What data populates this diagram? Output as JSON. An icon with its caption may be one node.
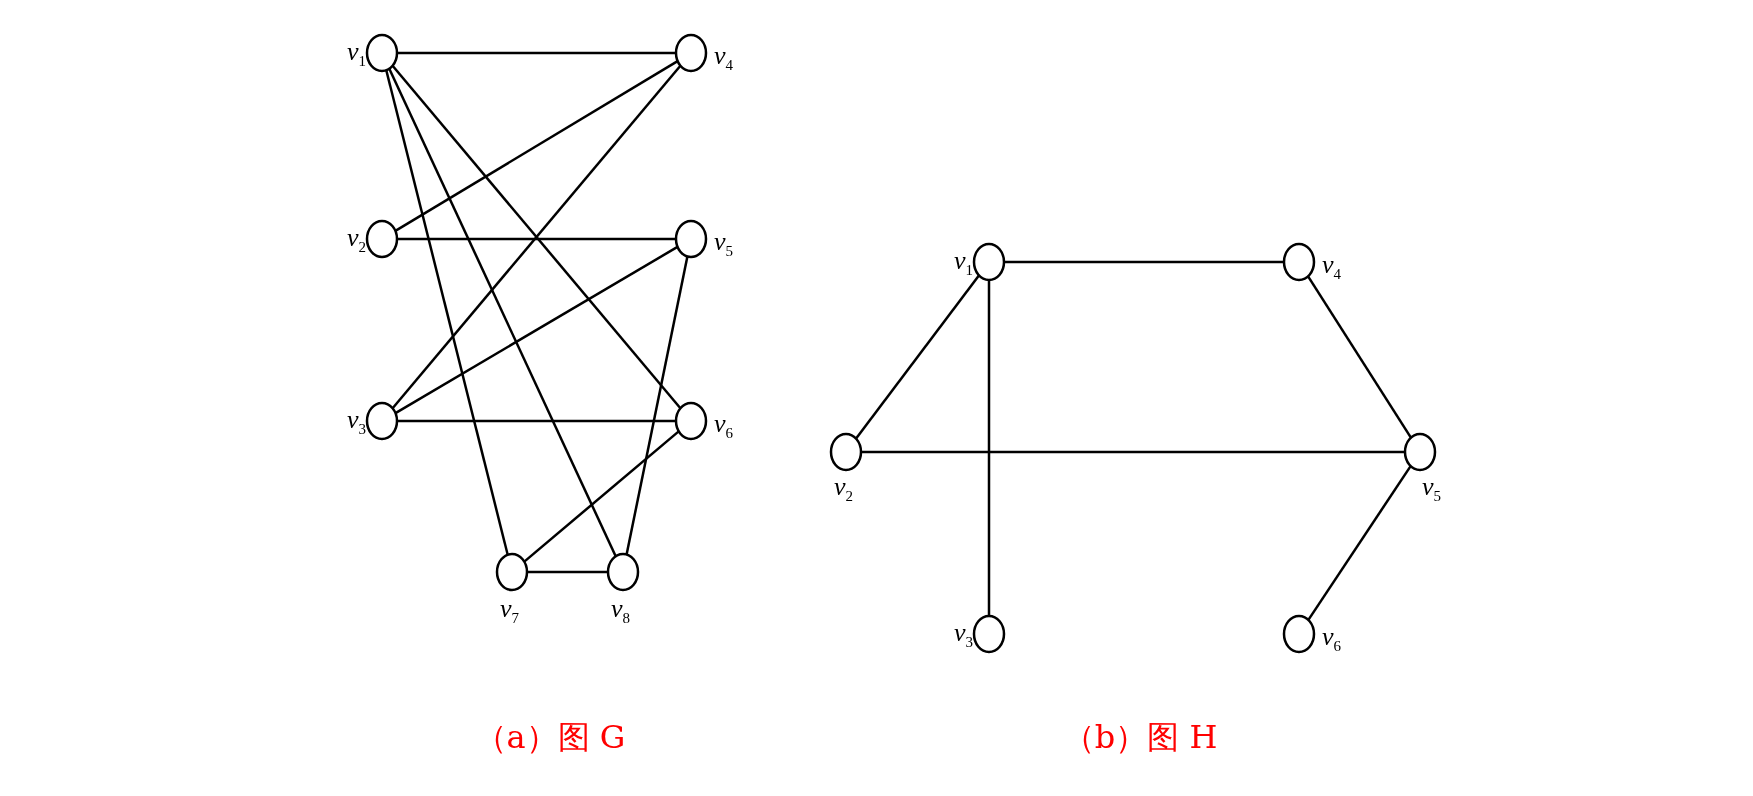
{
  "diagram": {
    "nodes": [
      {
        "text": [],
        "shape": "circle",
        "beside": [
          "*v*$_{1}$"
        ]
      },
      {
        "text": [],
        "shape": "circle",
        "beside": [
          "*v*$_{4}$"
        ]
      },
      {
        "text": [],
        "shape": "circle",
        "beside": [
          "*v*$_{2}$"
        ]
      },
      {
        "text": [],
        "shape": "circle",
        "beside": [
          "*v*$_{5}$"
        ]
      },
      {
        "text": [],
        "shape": "circle",
        "beside": [
          "*v*$_{3}$"
        ]
      },
      {
        "text": [],
        "shape": "circle",
        "beside": [
          "*v*$_{6}$"
        ]
      },
      {
        "text": [],
        "shape": "circle",
        "beside": [
          "*v*$_{7}$"
        ]
      },
      {
        "text": [],
        "shape": "circle",
        "beside": [
          "*v*$_{8}$"
        ]
      },
      {
        "text": [],
        "shape": "circle",
        "beside": [
          "*v*$_{1}$"
        ]
      },
      {
        "text": [],
        "shape": "circle",
        "beside": [
          "*v*$_{4}$"
        ]
      },
      {
        "text": [],
        "shape": "circle",
        "beside": [
          "*v*$_{2}$"
        ]
      },
      {
        "text": [],
        "shape": "circle",
        "beside": [
          "*v*$_{5}$"
        ]
      },
      {
        "text": [],
        "shape": "circle",
        "beside": [
          "*v*$_{3}$"
        ]
      },
      {
        "text": [],
        "shape": "circle",
        "beside": [
          "*v*$_{6}$"
        ]
      }
    ],
    "edges": [
      {
        "from": 0,
        "to": 1,
        "arrow": "none"
      },
      {
        "from": 0,
        "to": 6,
        "arrow": "none"
      },
      {
        "from": 0,
        "to": 7,
        "arrow": "none"
      },
      {
        "from": 0,
        "to": 5,
        "arrow": "none"
      },
      {
        "from": 2,
        "to": 1,
        "arrow": "none"
      },
      {
        "from": 2,
        "to": 3,
        "arrow": "none"
      },
      {
        "from": 4,
        "to": 1,
        "arrow": "none"
      },
      {
        "from": 4,
        "to": 3,
        "arrow": "none"
      },
      {
        "from": 4,
        "to": 5,
        "arrow": "none"
      },
      {
        "from": 3,
        "to": 7,
        "arrow": "none"
      },
      {
        "from": 5,
        "to": 6,
        "arrow": "none"
      },
      {
        "from": 6,
        "to": 7,
        "arrow": "none"
      },
      {
        "from": 8,
        "to": 9,
        "arrow": "none"
      },
      {
        "from": 8,
        "to": 10,
        "arrow": "none"
      },
      {
        "from": 8,
        "to": 12,
        "arrow": "none"
      },
      {
        "from": 10,
        "to": 11,
        "arrow": "none"
      },
      {
        "from": 9,
        "to": 11,
        "arrow": "none"
      },
      {
        "from": 11,
        "to": 13,
        "arrow": "none"
      }
    ],
    "labels": [
      "（a）图 G",
      "（b）图 H"
    ]
  }
}
